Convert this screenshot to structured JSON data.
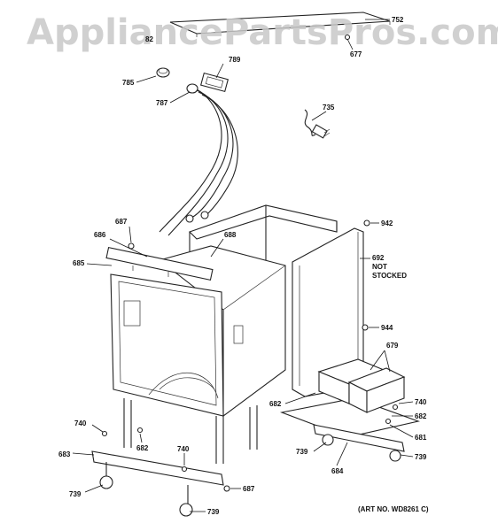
{
  "watermark": "AppliancePartsPros.com",
  "art_number": "(ART NO. WD8261 C)",
  "part_labels": {
    "p752": "752",
    "p677": "677",
    "p82": "82",
    "p789": "789",
    "p785": "785",
    "p787": "787",
    "p735": "735",
    "p687a": "687",
    "p686": "686",
    "p685": "685",
    "p688": "688",
    "p942": "942",
    "p692": "692",
    "p692_note1": "NOT",
    "p692_note2": "STOCKED",
    "p944": "944",
    "p679": "679",
    "p682a": "682",
    "p740a": "740",
    "p682b": "682",
    "p681": "681",
    "p740b": "740",
    "p682c": "682",
    "p739a": "739",
    "p684": "684",
    "p739b": "739",
    "p740c": "740",
    "p683": "683",
    "p739c": "739",
    "p687b": "687",
    "p739d": "739"
  }
}
